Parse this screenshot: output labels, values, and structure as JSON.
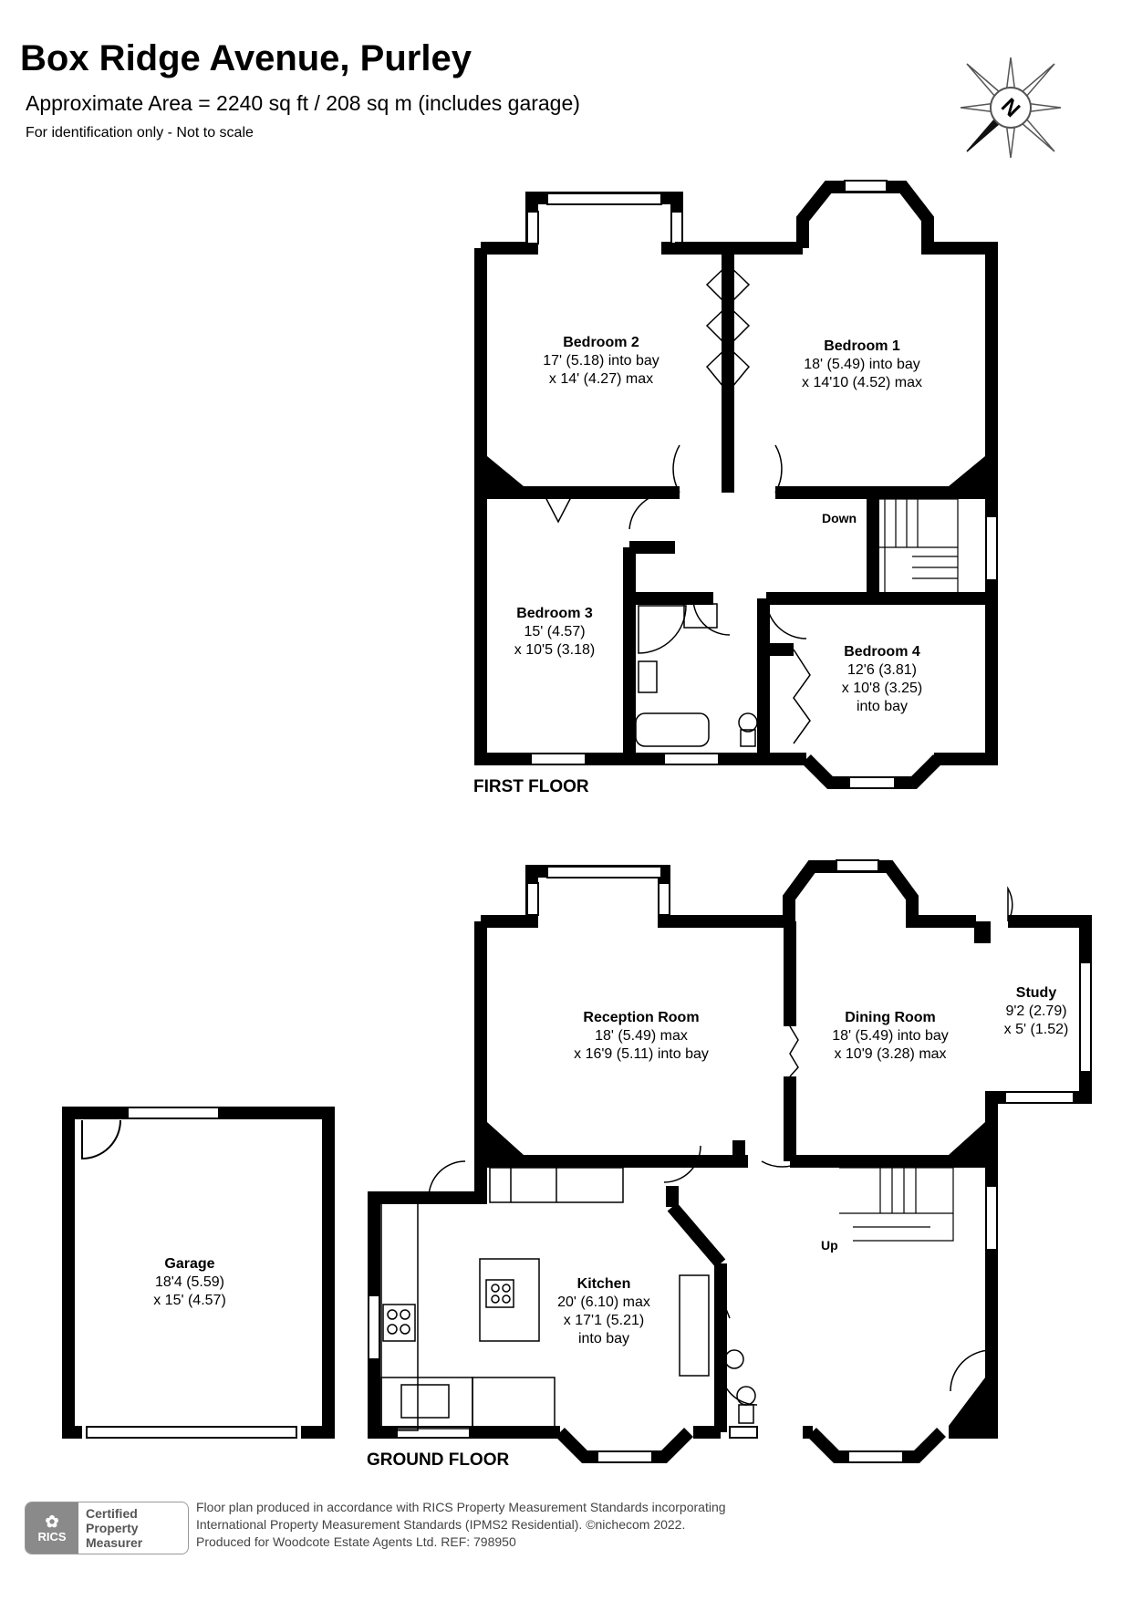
{
  "header": {
    "title": "Box Ridge Avenue, Purley",
    "area": "Approximate Area = 2240 sq ft / 208 sq m (includes garage)",
    "note": "For identification only - Not to scale"
  },
  "compass": {
    "letter": "N"
  },
  "floors": {
    "first": "FIRST FLOOR",
    "ground": "GROUND FLOOR"
  },
  "rooms": {
    "bedroom2": {
      "name": "Bedroom 2",
      "line1": "17' (5.18) into bay",
      "line2": "x 14' (4.27) max"
    },
    "bedroom1": {
      "name": "Bedroom 1",
      "line1": "18' (5.49) into bay",
      "line2": "x 14'10 (4.52) max"
    },
    "bedroom3": {
      "name": "Bedroom 3",
      "line1": "15' (4.57)",
      "line2": "x 10'5 (3.18)"
    },
    "bedroom4": {
      "name": "Bedroom 4",
      "line1": "12'6 (3.81)",
      "line2": "x 10'8 (3.25)",
      "line3": "into bay"
    },
    "reception": {
      "name": "Reception Room",
      "line1": "18' (5.49) max",
      "line2": "x 16'9 (5.11) into bay"
    },
    "dining": {
      "name": "Dining Room",
      "line1": "18' (5.49) into bay",
      "line2": "x 10'9 (3.28) max"
    },
    "study": {
      "name": "Study",
      "line1": "9'2 (2.79)",
      "line2": "x 5' (1.52)"
    },
    "kitchen": {
      "name": "Kitchen",
      "line1": "20' (6.10) max",
      "line2": "x 17'1 (5.21)",
      "line3": "into bay"
    },
    "garage": {
      "name": "Garage",
      "line1": "18'4 (5.59)",
      "line2": "x 15' (4.57)"
    }
  },
  "stairs": {
    "down": "Down",
    "up": "Up"
  },
  "badge": {
    "logo": "RICS",
    "line1": "Certified",
    "line2": "Property",
    "line3": "Measurer"
  },
  "footer": {
    "line1": "Floor plan produced in accordance with RICS Property Measurement Standards incorporating",
    "line2": "International Property Measurement Standards (IPMS2 Residential).  ©nichecom 2022.",
    "line3": "Produced for Woodcote Estate Agents Ltd.  REF:  798950"
  }
}
